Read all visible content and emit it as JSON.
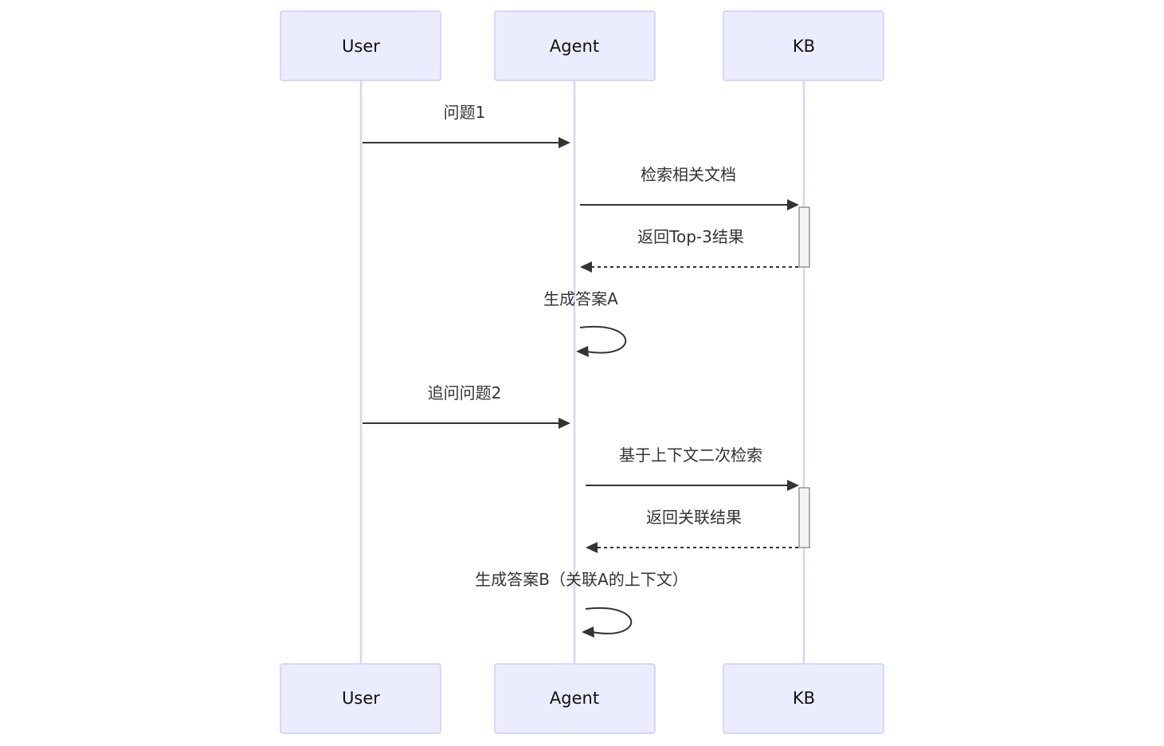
{
  "participants": [
    {
      "id": "user",
      "label": "User"
    },
    {
      "id": "agent",
      "label": "Agent"
    },
    {
      "id": "kb",
      "label": "KB"
    }
  ],
  "messages": [
    {
      "from": "user",
      "to": "agent",
      "style": "solid",
      "label": "问题1"
    },
    {
      "from": "agent",
      "to": "kb",
      "style": "solid",
      "label": "检索相关文档"
    },
    {
      "from": "kb",
      "to": "agent",
      "style": "dashed",
      "label": "返回Top-3结果"
    },
    {
      "from": "agent",
      "to": "agent",
      "style": "solid",
      "label": "生成答案A"
    },
    {
      "from": "user",
      "to": "agent",
      "style": "solid",
      "label": "追问问题2"
    },
    {
      "from": "agent",
      "to": "kb",
      "style": "solid",
      "label": "基于上下文二次检索"
    },
    {
      "from": "kb",
      "to": "agent",
      "style": "dashed",
      "label": "返回关联结果"
    },
    {
      "from": "agent",
      "to": "agent",
      "style": "solid",
      "label": "生成答案B（关联A的上下文）"
    }
  ],
  "activations": [
    {
      "participant": "kb",
      "from_message": 1,
      "to_message": 2
    },
    {
      "participant": "kb",
      "from_message": 5,
      "to_message": 6
    }
  ],
  "colors": {
    "actor_fill": "#ECECFF",
    "actor_stroke": "#CCCCFF",
    "lifeline": "#D9D3F4",
    "message": "#333333",
    "activation_fill": "#F4F4F4"
  }
}
